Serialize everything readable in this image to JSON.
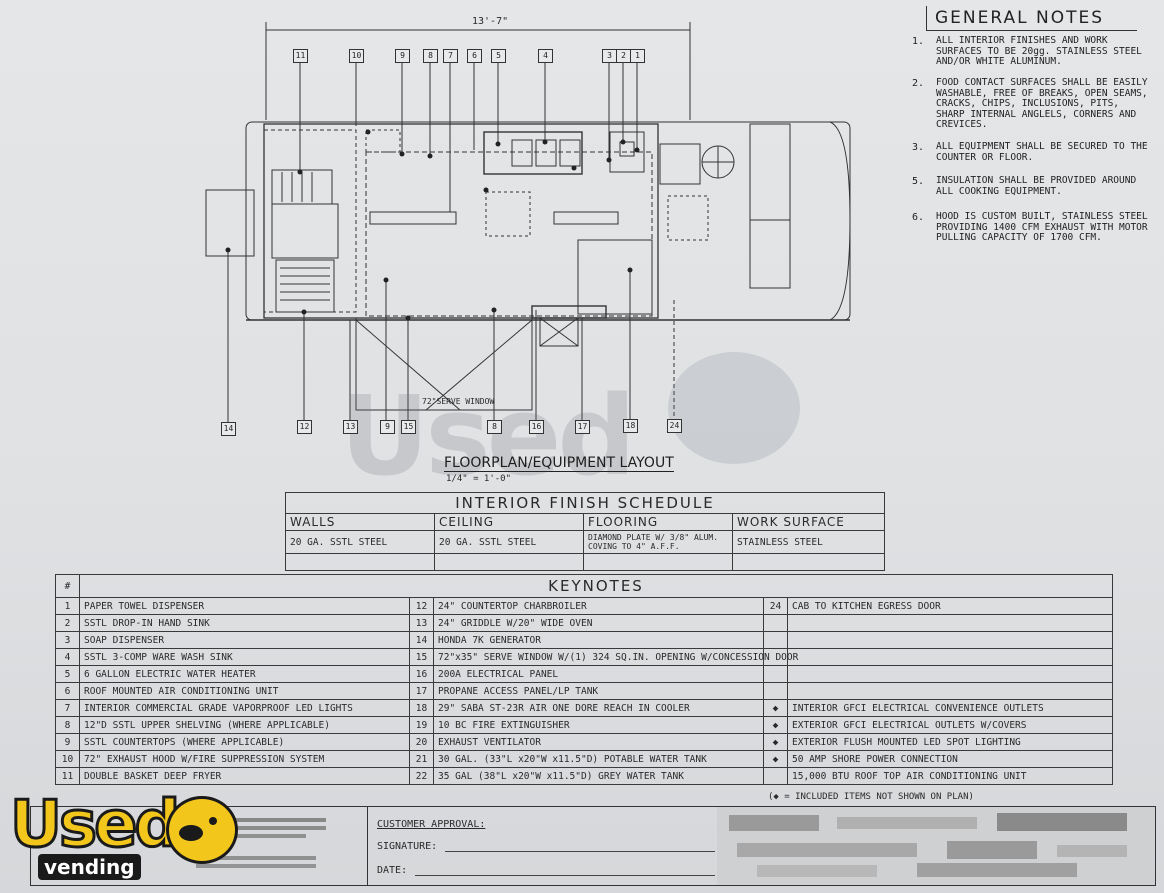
{
  "floorplan": {
    "dimension": "13'-7\"",
    "title": "FLOORPLAN/EQUIPMENT LAYOUT",
    "scale": "1/4\" = 1'-0\"",
    "window_label": "72\"SERVE WINDOW",
    "tags_top": [
      "11",
      "10",
      "9",
      "8",
      "7",
      "6",
      "5",
      "4",
      "3",
      "2",
      "1"
    ],
    "tags_bottom": [
      "14",
      "12",
      "13",
      "9",
      "15",
      "8",
      "16",
      "17",
      "18",
      "24"
    ]
  },
  "general_notes": {
    "title": "GENERAL NOTES",
    "items": [
      {
        "num": "1.",
        "text": "ALL INTERIOR FINISHES AND WORK SURFACES TO BE 20gg. STAINLESS STEEL AND/OR WHITE ALUMINUM."
      },
      {
        "num": "2.",
        "text": "FOOD CONTACT SURFACES SHALL BE EASILY WASHABLE, FREE OF BREAKS, OPEN SEAMS, CRACKS, CHIPS, INCLUSIONS, PITS, SHARP INTERNAL ANGLELS, CORNERS AND CREVICES."
      },
      {
        "num": "3.",
        "text": "ALL EQUIPMENT SHALL BE SECURED TO THE COUNTER OR FLOOR."
      },
      {
        "num": "5.",
        "text": "INSULATION SHALL BE PROVIDED AROUND ALL COOKING EQUIPMENT."
      },
      {
        "num": "6.",
        "text": "HOOD IS CUSTOM BUILT, STAINLESS STEEL PROVIDING 1400 CFM EXHAUST WITH MOTOR PULLING CAPACITY OF 1700 CFM."
      }
    ]
  },
  "finish_schedule": {
    "title": "INTERIOR FINISH SCHEDULE",
    "headers": [
      "WALLS",
      "CEILING",
      "FLOORING",
      "WORK SURFACE"
    ],
    "values": [
      "20 GA. SSTL STEEL",
      "20 GA. SSTL STEEL",
      "DIAMOND PLATE W/ 3/8\" ALUM. COVING TO 4\" A.F.F.",
      "STAINLESS STEEL"
    ]
  },
  "keynotes": {
    "title": "KEYNOTES",
    "hash": "#",
    "col1": [
      {
        "n": "1",
        "t": "PAPER TOWEL DISPENSER"
      },
      {
        "n": "2",
        "t": "SSTL DROP-IN HAND SINK"
      },
      {
        "n": "3",
        "t": "SOAP DISPENSER"
      },
      {
        "n": "4",
        "t": "SSTL 3-COMP WARE WASH SINK"
      },
      {
        "n": "5",
        "t": "6 GALLON ELECTRIC WATER HEATER"
      },
      {
        "n": "6",
        "t": "ROOF MOUNTED AIR CONDITIONING UNIT"
      },
      {
        "n": "7",
        "t": "INTERIOR COMMERCIAL GRADE VAPORPROOF LED LIGHTS"
      },
      {
        "n": "8",
        "t": "12\"D SSTL UPPER SHELVING (WHERE APPLICABLE)"
      },
      {
        "n": "9",
        "t": "SSTL COUNTERTOPS (WHERE APPLICABLE)"
      },
      {
        "n": "10",
        "t": "72\" EXHAUST HOOD W/FIRE SUPPRESSION SYSTEM"
      },
      {
        "n": "11",
        "t": "DOUBLE BASKET DEEP FRYER"
      }
    ],
    "col2": [
      {
        "n": "12",
        "t": "24\" COUNTERTOP CHARBROILER"
      },
      {
        "n": "13",
        "t": "24\" GRIDDLE W/20\" WIDE OVEN"
      },
      {
        "n": "14",
        "t": "HONDA 7K GENERATOR"
      },
      {
        "n": "15",
        "t": "72\"x35\" SERVE WINDOW W/(1) 324 SQ.IN. OPENING W/CONCESSION DOOR"
      },
      {
        "n": "16",
        "t": "200A ELECTRICAL PANEL"
      },
      {
        "n": "17",
        "t": "PROPANE ACCESS PANEL/LP TANK"
      },
      {
        "n": "18",
        "t": "29\" SABA ST-23R AIR ONE DORE REACH IN COOLER"
      },
      {
        "n": "19",
        "t": "10 BC FIRE EXTINGUISHER"
      },
      {
        "n": "20",
        "t": "EXHAUST VENTILATOR"
      },
      {
        "n": "21",
        "t": "30 GAL. (33\"L x20\"W x11.5\"D) POTABLE WATER TANK"
      },
      {
        "n": "22",
        "t": "35 GAL (38\"L x20\"W x11.5\"D) GREY WATER TANK"
      }
    ],
    "col3": [
      {
        "n": "24",
        "t": "CAB TO KITCHEN EGRESS DOOR"
      },
      {
        "n": "",
        "t": ""
      },
      {
        "n": "",
        "t": ""
      },
      {
        "n": "",
        "t": ""
      },
      {
        "n": "",
        "t": ""
      },
      {
        "n": "",
        "t": ""
      },
      {
        "n": "◆",
        "t": "INTERIOR GFCI ELECTRICAL CONVENIENCE OUTLETS"
      },
      {
        "n": "◆",
        "t": "EXTERIOR GFCI ELECTRICAL OUTLETS W/COVERS"
      },
      {
        "n": "◆",
        "t": "EXTERIOR FLUSH MOUNTED LED SPOT LIGHTING"
      },
      {
        "n": "◆",
        "t": "50 AMP SHORE POWER CONNECTION"
      },
      {
        "n": "",
        "t": "15,000 BTU ROOF TOP AIR CONDITIONING UNIT"
      }
    ],
    "footnote": "(◆ = INCLUDED ITEMS NOT SHOWN ON PLAN)"
  },
  "approval": {
    "customer_approval": "CUSTOMER APPROVAL:",
    "signature": "SIGNATURE:",
    "date": "DATE:"
  },
  "logo": {
    "word": "Used",
    "sub": "vending"
  }
}
